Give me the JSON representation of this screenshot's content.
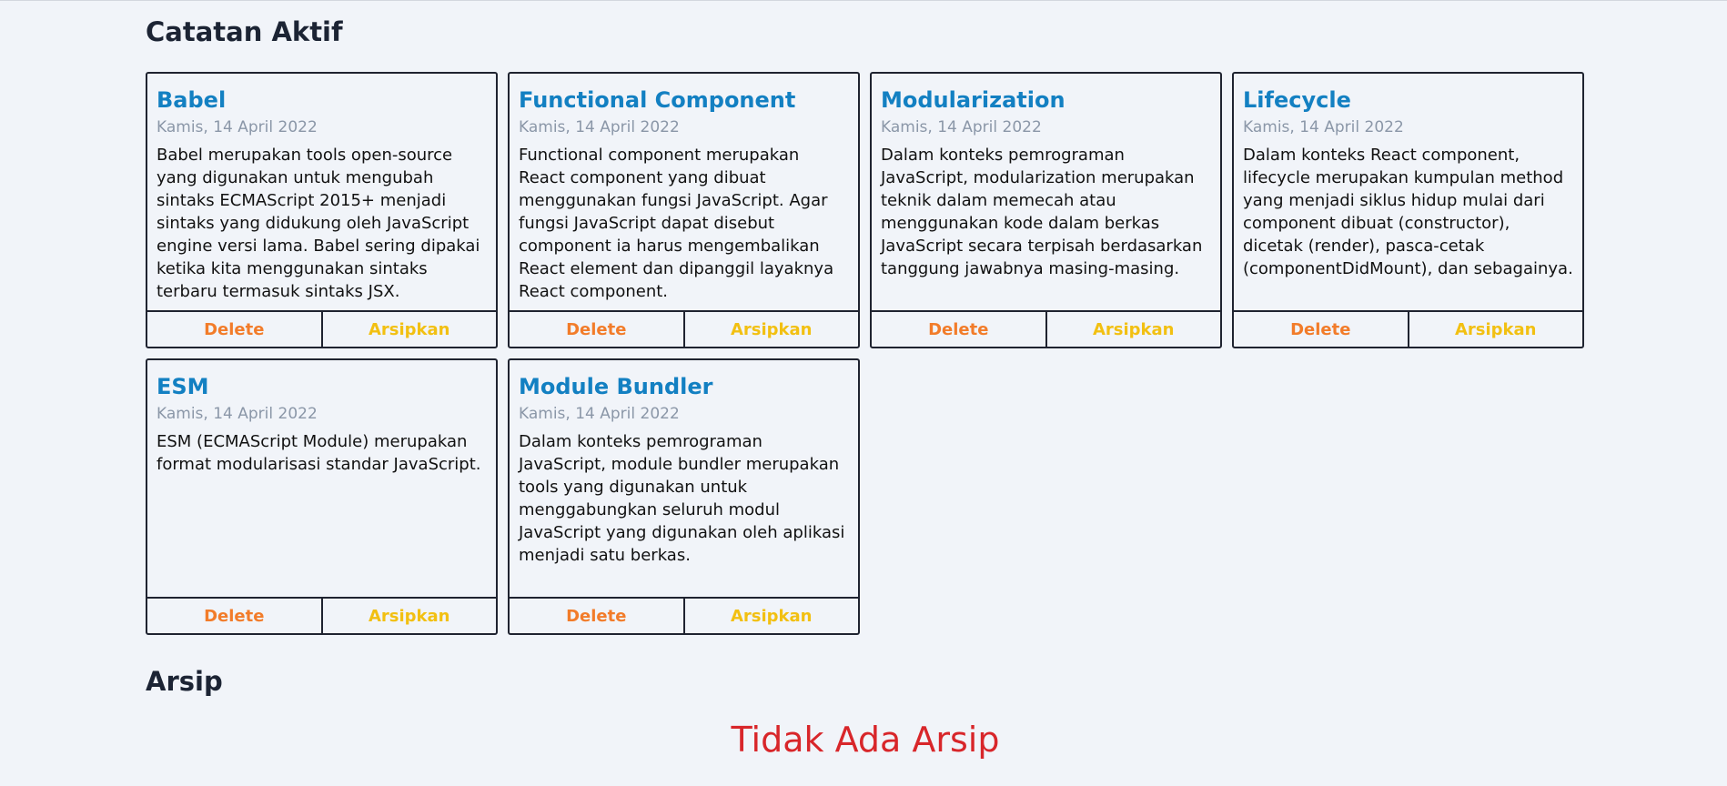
{
  "sections": {
    "active_title": "Catatan Aktif",
    "archive_title": "Arsip",
    "archive_empty_message": "Tidak Ada Arsip"
  },
  "notes": [
    {
      "title": "Babel",
      "date": "Kamis, 14 April 2022",
      "body": "Babel merupakan tools open-source yang digunakan untuk mengubah sintaks ECMAScript 2015+ menjadi sintaks yang didukung oleh JavaScript engine versi lama. Babel sering dipakai ketika kita menggunakan sintaks terbaru termasuk sintaks JSX.",
      "delete_label": "Delete",
      "archive_label": "Arsipkan"
    },
    {
      "title": "Functional Component",
      "date": "Kamis, 14 April 2022",
      "body": "Functional component merupakan React component yang dibuat menggunakan fungsi JavaScript. Agar fungsi JavaScript dapat disebut component ia harus mengembalikan React element dan dipanggil layaknya React component.",
      "delete_label": "Delete",
      "archive_label": "Arsipkan"
    },
    {
      "title": "Modularization",
      "date": "Kamis, 14 April 2022",
      "body": "Dalam konteks pemrograman JavaScript, modularization merupakan teknik dalam memecah atau menggunakan kode dalam berkas JavaScript secara terpisah berdasarkan tanggung jawabnya masing-masing.",
      "delete_label": "Delete",
      "archive_label": "Arsipkan"
    },
    {
      "title": "Lifecycle",
      "date": "Kamis, 14 April 2022",
      "body": "Dalam konteks React component, lifecycle merupakan kumpulan method yang menjadi siklus hidup mulai dari component dibuat (constructor), dicetak (render), pasca-cetak (componentDidMount), dan sebagainya.",
      "delete_label": "Delete",
      "archive_label": "Arsipkan"
    },
    {
      "title": "ESM",
      "date": "Kamis, 14 April 2022",
      "body": "ESM (ECMAScript Module) merupakan format modularisasi standar JavaScript.",
      "delete_label": "Delete",
      "archive_label": "Arsipkan"
    },
    {
      "title": "Module Bundler",
      "date": "Kamis, 14 April 2022",
      "body": "Dalam konteks pemrograman JavaScript, module bundler merupakan tools yang digunakan untuk menggabungkan seluruh modul JavaScript yang digunakan oleh aplikasi menjadi satu berkas.",
      "delete_label": "Delete",
      "archive_label": "Arsipkan"
    }
  ],
  "colors": {
    "title_blue": "#1380c2",
    "date_gray": "#8b97a8",
    "delete_orange": "#f27c2a",
    "archive_yellow": "#f2c012",
    "empty_red": "#d8262a"
  }
}
